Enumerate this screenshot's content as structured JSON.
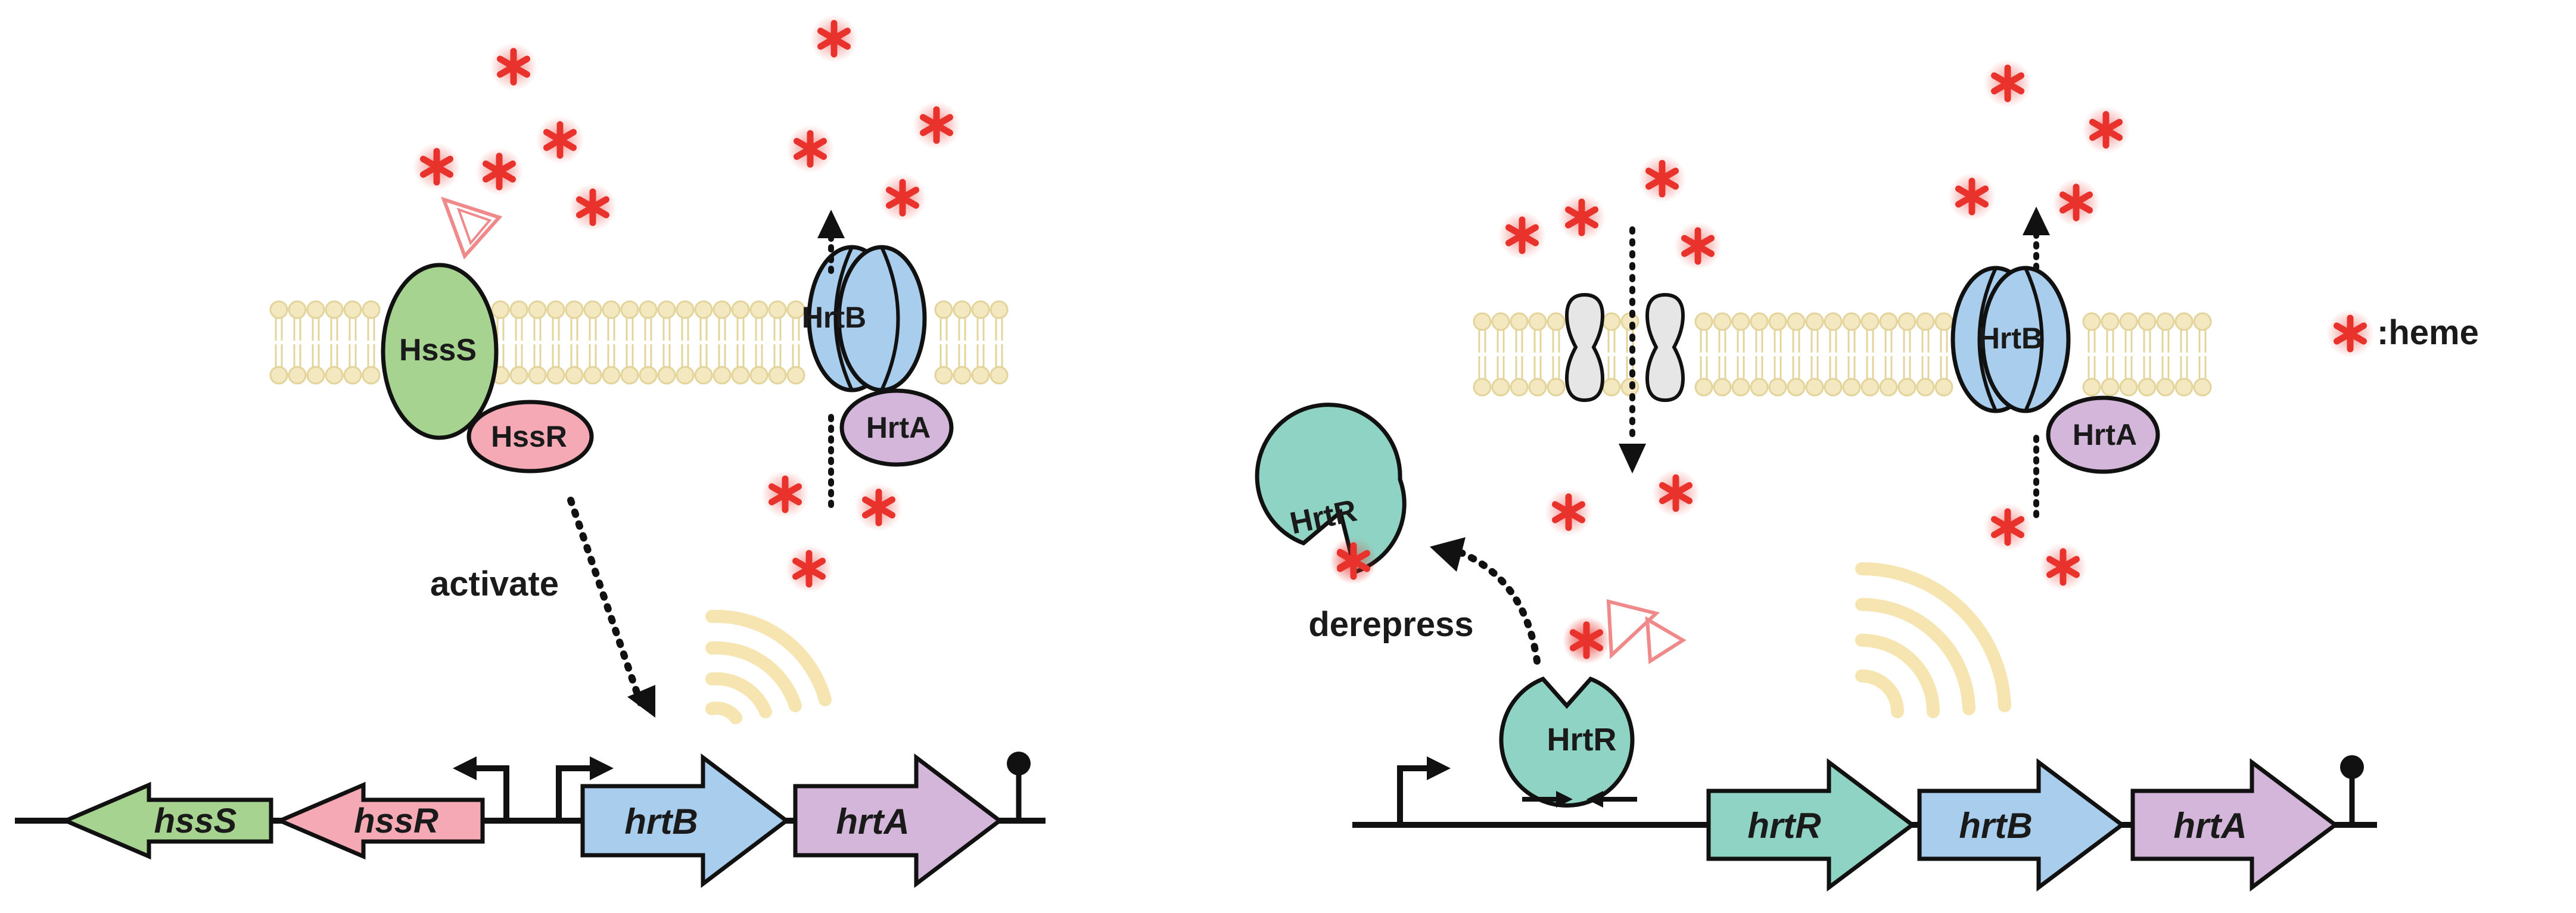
{
  "colors": {
    "heme": "#e8322b",
    "membrane": "#f3e8c0",
    "hss": "#a6d38f",
    "hssR": "#f4a9b4",
    "hrtB": "#a9cdec",
    "hrtA": "#d3b6da",
    "hrtR": "#8fd3c4",
    "channel": "#e6e6e6",
    "signal": "#f6e3a8"
  },
  "left_panel": {
    "proteins": {
      "hssS": "HssS",
      "hssR": "HssR",
      "hrtB": "HrtB",
      "hrtA": "HrtA"
    },
    "action_label": "activate",
    "genes": [
      "hssS",
      "hssR",
      "hrtB",
      "hrtA"
    ]
  },
  "right_panel": {
    "proteins": {
      "hrtR_free": "HrtR",
      "hrtR_bound": "HrtR",
      "hrtB": "HrtB",
      "hrtA": "HrtA"
    },
    "action_label": "derepress",
    "genes": [
      "hrtR",
      "hrtB",
      "hrtA"
    ]
  },
  "legend": {
    "icon": "heme-asterisk-icon",
    "label": ":heme"
  }
}
